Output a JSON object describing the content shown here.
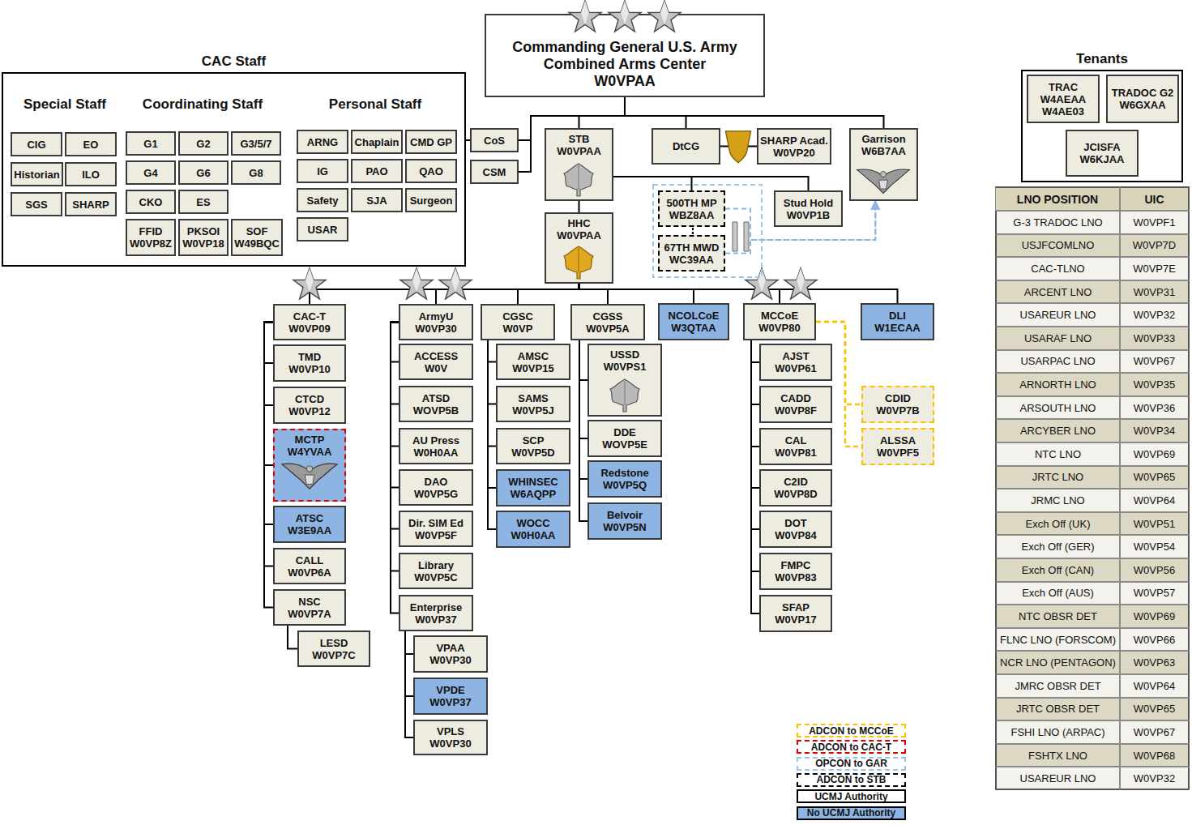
{
  "diagram": {
    "nodes": [
      {
        "text": [
          "Commanding General U.S. Army Combined Arms Center",
          "W0VPAA"
        ]
      },
      {
        "text": [
          "CAC Staff"
        ]
      },
      {
        "text": [
          "CIG"
        ],
        "in": 1
      },
      {
        "text": [
          "EO"
        ],
        "in": 1
      },
      {
        "text": [
          "Historian"
        ],
        "in": 1
      },
      {
        "text": [
          "ILO"
        ],
        "in": 1
      },
      {
        "text": [
          "SGS"
        ],
        "in": 1
      },
      {
        "text": [
          "SHARP"
        ],
        "in": 1
      },
      {
        "text": [
          "G1"
        ],
        "in": 1
      },
      {
        "text": [
          "G2"
        ],
        "in": 1
      },
      {
        "text": [
          "G3/5/7"
        ],
        "in": 1
      },
      {
        "text": [
          "G4"
        ],
        "in": 1
      },
      {
        "text": [
          "G6"
        ],
        "in": 1
      },
      {
        "text": [
          "G8"
        ],
        "in": 1
      },
      {
        "text": [
          "CKO"
        ],
        "in": 1
      },
      {
        "text": [
          "ES"
        ],
        "in": 1
      },
      {
        "text": [
          "FFID",
          "W0VP8Z"
        ],
        "in": 1
      },
      {
        "text": [
          "PKSOI",
          "W0VP18"
        ],
        "in": 1
      },
      {
        "text": [
          "SOF",
          "W49BQC"
        ],
        "in": 1
      },
      {
        "text": [
          "ARNG"
        ],
        "in": 1
      },
      {
        "text": [
          "Chaplain"
        ],
        "in": 1
      },
      {
        "text": [
          "CMD GP"
        ],
        "in": 1
      },
      {
        "text": [
          "IG"
        ],
        "in": 1
      },
      {
        "text": [
          "PAO"
        ],
        "in": 1
      },
      {
        "text": [
          "QAO"
        ],
        "in": 1
      },
      {
        "text": [
          "Safety"
        ],
        "in": 1
      },
      {
        "text": [
          "SJA"
        ],
        "in": 1
      },
      {
        "text": [
          "Surgeon"
        ],
        "in": 1
      },
      {
        "text": [
          "USAR"
        ],
        "in": 1
      },
      {
        "text": [
          "CoS"
        ]
      },
      {
        "text": [
          "CSM"
        ]
      },
      {
        "text": [
          "STB",
          "W0VPAA"
        ]
      },
      {
        "text": [
          "HHC",
          "W0VPAA"
        ]
      },
      {
        "text": [
          "DtCG"
        ]
      },
      {
        "text": [
          "SHARP Acad.",
          "W0VP20"
        ]
      },
      {
        "text": [
          "Garrison",
          "W6B7AA"
        ]
      },
      {
        "text": [
          "500TH MP",
          "WBZ8AA"
        ]
      },
      {
        "text": [
          "67TH MWD",
          "WC39AA"
        ]
      },
      {
        "text": [
          "Stud Hold",
          "W0VP1B"
        ]
      },
      {
        "text": [
          "Tenants"
        ]
      },
      {
        "text": [
          "TRAC",
          "W4AEAA",
          "W4AE03"
        ],
        "in": 39
      },
      {
        "text": [
          "TRADOC G2",
          "W6GXAA"
        ],
        "in": 39
      },
      {
        "text": [
          "JCISFA",
          "W6KJAA"
        ],
        "in": 39
      },
      {
        "text": [
          "CAC-T",
          "W0VP09"
        ]
      },
      {
        "text": [
          "TMD",
          "W0VP10"
        ]
      },
      {
        "text": [
          "CTCD",
          "W0VP12"
        ]
      },
      {
        "text": [
          "MCTP",
          "W4YVAA"
        ]
      },
      {
        "text": [
          "ATSC",
          "W3E9AA"
        ]
      },
      {
        "text": [
          "CALL",
          "W0VP6A"
        ]
      },
      {
        "text": [
          "NSC",
          "W0VP7A"
        ]
      },
      {
        "text": [
          "LESD",
          "W0VP7C"
        ]
      },
      {
        "text": [
          "ArmyU",
          "W0VP30"
        ]
      },
      {
        "text": [
          "ACCESS",
          "W0V"
        ]
      },
      {
        "text": [
          "ATSD",
          "WOVP5B"
        ]
      },
      {
        "text": [
          "AU Press",
          "W0H0AA"
        ]
      },
      {
        "text": [
          "DAO",
          "W0VP5G"
        ]
      },
      {
        "text": [
          "Dir. SIM Ed",
          "W0VP5F"
        ]
      },
      {
        "text": [
          "Library",
          "W0VP5C"
        ]
      },
      {
        "text": [
          "Enterprise",
          "W0VP37"
        ]
      },
      {
        "text": [
          "VPAA",
          "W0VP30"
        ]
      },
      {
        "text": [
          "VPDE",
          "W0VP37"
        ]
      },
      {
        "text": [
          "VPLS",
          "W0VP30"
        ]
      },
      {
        "text": [
          "CGSC",
          "W0VP"
        ]
      },
      {
        "text": [
          "AMSC",
          "W0VP15"
        ]
      },
      {
        "text": [
          "SAMS",
          "W0VP5J"
        ]
      },
      {
        "text": [
          "SCP",
          "W0VP5D"
        ]
      },
      {
        "text": [
          "WHINSEC",
          "W6AQPP"
        ]
      },
      {
        "text": [
          "WOCC",
          "W0H0AA"
        ]
      },
      {
        "text": [
          "CGSS",
          "W0VP5A"
        ]
      },
      {
        "text": [
          "USSD",
          "W0VPS1"
        ]
      },
      {
        "text": [
          "DDE",
          "WOVP5E"
        ]
      },
      {
        "text": [
          "Redstone",
          "W0VP5Q"
        ]
      },
      {
        "text": [
          "Belvoir",
          "W0VP5N"
        ]
      },
      {
        "text": [
          "NCOLCoE",
          "W3QTAA"
        ]
      },
      {
        "text": [
          "MCCoE",
          "W0VP80"
        ]
      },
      {
        "text": [
          "AJST",
          "W0VP61"
        ]
      },
      {
        "text": [
          "CADD",
          "W0VP8F"
        ]
      },
      {
        "text": [
          "CAL",
          "W0VP81"
        ]
      },
      {
        "text": [
          "C2ID",
          "W0VP8D"
        ]
      },
      {
        "text": [
          "DOT",
          "W0VP84"
        ]
      },
      {
        "text": [
          "FMPC",
          "W0VP83"
        ]
      },
      {
        "text": [
          "SFAP",
          "W0VP17"
        ]
      },
      {
        "text": [
          "CDID",
          "W0VP7B"
        ]
      },
      {
        "text": [
          "ALSSA",
          "W0VPF5"
        ]
      },
      {
        "text": [
          "DLI",
          "W1ECAA"
        ]
      }
    ],
    "edges": [
      {
        "from": 0,
        "to": 29,
        "arrow": "none"
      },
      {
        "from": 0,
        "to": 30,
        "arrow": "none"
      },
      {
        "from": 29,
        "to": 1,
        "arrow": "none"
      },
      {
        "from": 0,
        "to": 31,
        "arrow": "none"
      },
      {
        "from": 0,
        "to": 33,
        "arrow": "none"
      },
      {
        "from": 0,
        "to": 35,
        "arrow": "none"
      },
      {
        "from": 31,
        "to": 32,
        "arrow": "none"
      },
      {
        "from": 31,
        "to": 36,
        "arrow": "none"
      },
      {
        "from": 31,
        "to": 38,
        "arrow": "none"
      },
      {
        "from": 33,
        "to": 34,
        "arrow": "none"
      },
      {
        "from": 36,
        "to": 35,
        "arrow": "to"
      },
      {
        "from": 37,
        "to": 35,
        "arrow": "to"
      },
      {
        "from": 32,
        "to": 43,
        "arrow": "none"
      },
      {
        "from": 32,
        "to": 51,
        "arrow": "none"
      },
      {
        "from": 32,
        "to": 62,
        "arrow": "none"
      },
      {
        "from": 32,
        "to": 68,
        "arrow": "none"
      },
      {
        "from": 32,
        "to": 73,
        "arrow": "none"
      },
      {
        "from": 32,
        "to": 74,
        "arrow": "none"
      },
      {
        "from": 32,
        "to": 84,
        "arrow": "none"
      },
      {
        "from": 43,
        "to": 44,
        "arrow": "none"
      },
      {
        "from": 43,
        "to": 45,
        "arrow": "none"
      },
      {
        "from": 43,
        "to": 46,
        "arrow": "none"
      },
      {
        "from": 43,
        "to": 47,
        "arrow": "none"
      },
      {
        "from": 43,
        "to": 48,
        "arrow": "none"
      },
      {
        "from": 43,
        "to": 49,
        "arrow": "none"
      },
      {
        "from": 49,
        "to": 50,
        "arrow": "none"
      },
      {
        "from": 51,
        "to": 52,
        "arrow": "none"
      },
      {
        "from": 51,
        "to": 53,
        "arrow": "none"
      },
      {
        "from": 51,
        "to": 54,
        "arrow": "none"
      },
      {
        "from": 51,
        "to": 55,
        "arrow": "none"
      },
      {
        "from": 51,
        "to": 56,
        "arrow": "none"
      },
      {
        "from": 51,
        "to": 57,
        "arrow": "none"
      },
      {
        "from": 51,
        "to": 58,
        "arrow": "none"
      },
      {
        "from": 58,
        "to": 59,
        "arrow": "none"
      },
      {
        "from": 58,
        "to": 60,
        "arrow": "none"
      },
      {
        "from": 58,
        "to": 61,
        "arrow": "none"
      },
      {
        "from": 62,
        "to": 63,
        "arrow": "none"
      },
      {
        "from": 62,
        "to": 64,
        "arrow": "none"
      },
      {
        "from": 62,
        "to": 65,
        "arrow": "none"
      },
      {
        "from": 62,
        "to": 66,
        "arrow": "none"
      },
      {
        "from": 62,
        "to": 67,
        "arrow": "none"
      },
      {
        "from": 68,
        "to": 69,
        "arrow": "none"
      },
      {
        "from": 68,
        "to": 70,
        "arrow": "none"
      },
      {
        "from": 68,
        "to": 71,
        "arrow": "none"
      },
      {
        "from": 68,
        "to": 72,
        "arrow": "none"
      },
      {
        "from": 74,
        "to": 75,
        "arrow": "none"
      },
      {
        "from": 74,
        "to": 76,
        "arrow": "none"
      },
      {
        "from": 74,
        "to": 77,
        "arrow": "none"
      },
      {
        "from": 74,
        "to": 78,
        "arrow": "none"
      },
      {
        "from": 74,
        "to": 79,
        "arrow": "none"
      },
      {
        "from": 74,
        "to": 80,
        "arrow": "none"
      },
      {
        "from": 74,
        "to": 81,
        "arrow": "none"
      },
      {
        "from": 74,
        "to": 82,
        "arrow": "none"
      },
      {
        "from": 74,
        "to": 83,
        "arrow": "none"
      }
    ],
    "labels": [
      "Special Staff",
      "Coordinating Staff",
      "Personal Staff",
      "LNO POSITION",
      "UIC",
      "G-3 TRADOC LNO",
      "W0VPF1",
      "USJFCOMLNO",
      "W0VP7D",
      "CAC-TLNO",
      "W0VP7E",
      "ARCENT LNO",
      "W0VP31",
      "USAREUR LNO",
      "W0VP32",
      "USARAF LNO",
      "W0VP33",
      "USARPAC LNO",
      "W0VP67",
      "ARNORTH LNO",
      "W0VP35",
      "ARSOUTH LNO",
      "W0VP36",
      "ARCYBER LNO",
      "W0VP34",
      "NTC LNO",
      "W0VP69",
      "JRTC LNO",
      "W0VP65",
      "JRMC LNO",
      "W0VP64",
      "Exch Off (UK)",
      "W0VP51",
      "Exch Off (GER)",
      "W0VP54",
      "Exch Off (CAN)",
      "W0VP56",
      "Exch Off (AUS)",
      "W0VP57",
      "NTC OBSR DET",
      "W0VP69",
      "FLNC LNO (FORSCOM)",
      "W0VP66",
      "NCR LNO (PENTAGON)",
      "W0VP63",
      "JMRC OBSR DET",
      "W0VP64",
      "JRTC OBSR DET",
      "W0VP65",
      "FSHI LNO (ARPAC)",
      "W0VP67",
      "FSHTX LNO",
      "W0VP68",
      "USAREUR LNO",
      "W0VP32"
    ],
    "legend": [
      {
        "text": "ADCON to MCCoE"
      },
      {
        "text": "ADCON to CAC-T"
      },
      {
        "text": "OPCON to GAR"
      },
      {
        "text": "ADCON to STB"
      },
      {
        "text": "UCMJ Authority"
      },
      {
        "text": "No UCMJ Authority",
        "color": "#8DB4E2"
      }
    ]
  }
}
